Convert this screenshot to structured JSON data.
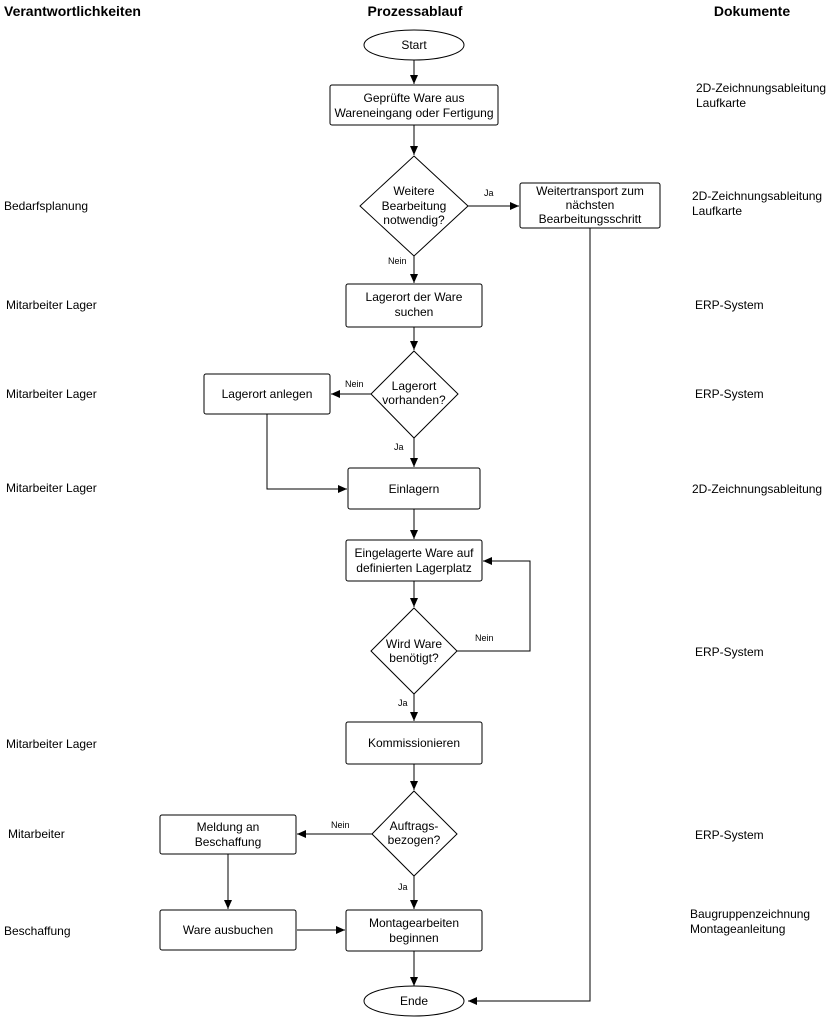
{
  "headers": {
    "responsibilities": "Verantwortlichkeiten",
    "process": "Prozessablauf",
    "documents": "Dokumente"
  },
  "responsibilities": [
    "Bedarfsplanung",
    "Mitarbeiter Lager",
    "Mitarbeiter Lager",
    "Mitarbeiter Lager",
    "Mitarbeiter Lager",
    "Mitarbeiter",
    "Beschaffung"
  ],
  "documents": [
    [
      "2D-Zeichnungsableitung",
      "Laufkarte"
    ],
    [
      "2D-Zeichnungsableitung",
      "Laufkarte"
    ],
    [
      "ERP-System"
    ],
    [
      "ERP-System"
    ],
    [
      "2D-Zeichnungsableitung"
    ],
    [
      "ERP-System"
    ],
    [
      "ERP-System"
    ],
    [
      "Baugruppenzeichnung",
      "Montageanleitung"
    ]
  ],
  "nodes": {
    "start": [
      "Start"
    ],
    "gepruefte_ware": [
      "Geprüfte Ware aus",
      "Wareneingang oder Fertigung"
    ],
    "weitere_bearbeitung": [
      "Weitere",
      "Bearbeitung",
      "notwendig?"
    ],
    "weitertransport": [
      "Weitertransport zum",
      "nächsten",
      "Bearbeitungsschritt"
    ],
    "lagerort_suchen": [
      "Lagerort der Ware",
      "suchen"
    ],
    "lagerort_vorhanden": [
      "Lagerort",
      "vorhanden?"
    ],
    "lagerort_anlegen": [
      "Lagerort anlegen"
    ],
    "einlagern": [
      "Einlagern"
    ],
    "eingelagerte_ware": [
      "Eingelagerte Ware auf",
      "definierten Lagerplatz"
    ],
    "wird_ware_benoetigt": [
      "Wird Ware",
      "benötigt?"
    ],
    "kommissionieren": [
      "Kommissionieren"
    ],
    "auftragsbezogen": [
      "Auftrags-",
      "bezogen?"
    ],
    "meldung_beschaffung": [
      "Meldung an",
      "Beschaffung"
    ],
    "ware_ausbuchen": [
      "Ware ausbuchen"
    ],
    "montagearbeiten": [
      "Montagearbeiten",
      "beginnen"
    ],
    "ende": [
      "Ende"
    ]
  },
  "edge_labels": {
    "ja": "Ja",
    "nein": "Nein"
  }
}
